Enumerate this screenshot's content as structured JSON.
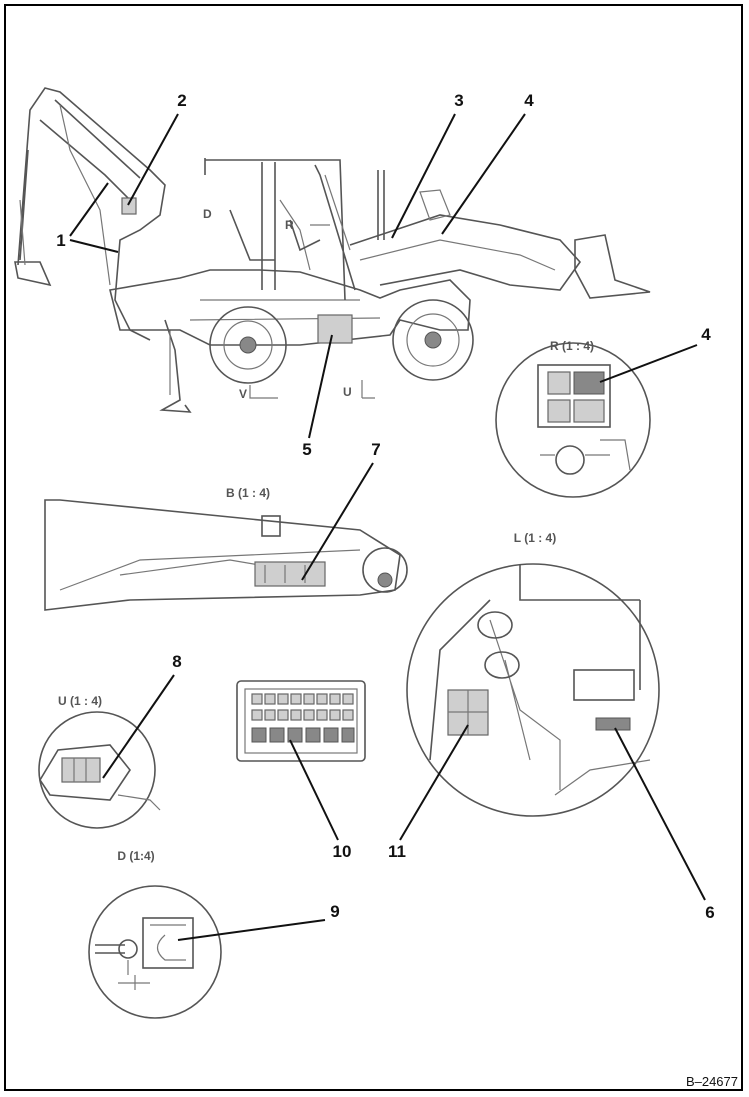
{
  "callouts": {
    "c1": "1",
    "c2": "2",
    "c3": "3",
    "c4a": "4",
    "c4b": "4",
    "c5": "5",
    "c6": "6",
    "c7": "7",
    "c8": "8",
    "c9": "9",
    "c10": "10",
    "c11": "11"
  },
  "views": {
    "main_d": "D",
    "main_r": "R",
    "main_v": "V",
    "main_u": "U",
    "detail_b": "B (1 : 4)",
    "detail_r": "R (1 : 4)",
    "detail_l": "L (1 : 4)",
    "detail_u": "U (1 : 4)",
    "detail_d": "D (1:4)"
  },
  "figure_number": "B–24677",
  "colors": {
    "ink": "#555555",
    "leader": "#111111",
    "frame": "#000000"
  }
}
